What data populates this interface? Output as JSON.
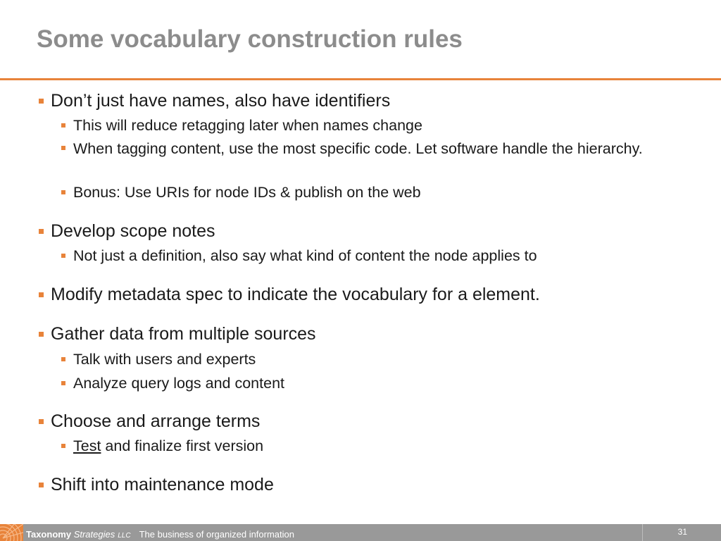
{
  "slide": {
    "title": "Some vocabulary construction rules",
    "number": "31",
    "accent_color": "#e8833a"
  },
  "bullets": [
    {
      "text": "Don’t just have names, also have identifiers",
      "children": [
        "This will reduce retagging later when names change",
        "When tagging content, use the most specific code. Let software handle the hierarchy.",
        "Bonus: Use URIs for node IDs & publish on the web"
      ]
    },
    {
      "text": "Develop scope notes",
      "children": [
        "Not just a definition, also say what kind of content the node applies to"
      ]
    },
    {
      "text": "Modify metadata spec to indicate the vocabulary for a element.",
      "children": []
    },
    {
      "text": "Gather data from multiple sources",
      "children": [
        "Talk with users and experts",
        "Analyze query logs and content"
      ]
    },
    {
      "text": "Choose and arrange terms",
      "children": [
        {
          "link": "Test",
          "rest": " and finalize first version"
        }
      ]
    },
    {
      "text": "Shift into maintenance mode",
      "children": []
    }
  ],
  "footer": {
    "brand_bold": "Taxonomy",
    "brand_italic": "Strategies",
    "brand_suffix": "LLC",
    "tagline": "The business of organized information",
    "logo_icon": "spiral-logo-icon"
  }
}
